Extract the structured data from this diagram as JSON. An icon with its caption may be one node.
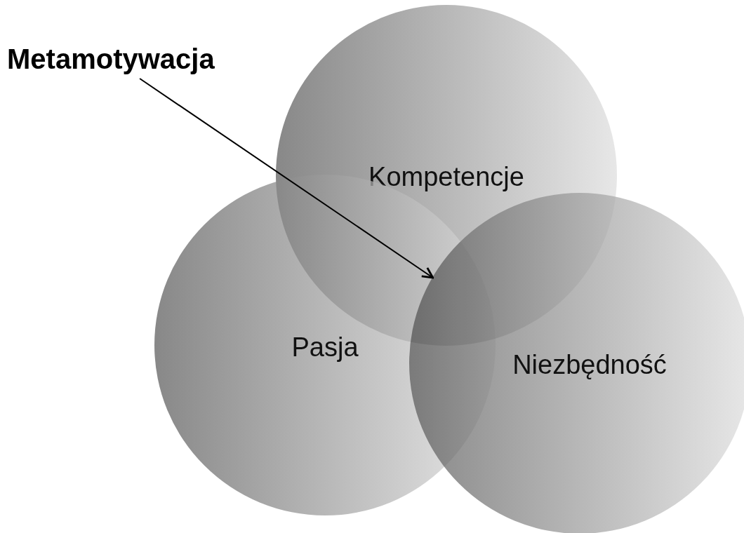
{
  "diagram": {
    "nodes": [
      {
        "text": [
          "Metamotywacja"
        ]
      },
      {
        "text": [
          "Kompetencje"
        ]
      },
      {
        "text": [
          "Pasja"
        ]
      },
      {
        "text": [
          "Niezbędność"
        ]
      },
      {
        "text": [],
        "shape": "region"
      }
    ],
    "edges": [
      {
        "from": 0,
        "to": 4,
        "arrow": "to"
      }
    ]
  }
}
